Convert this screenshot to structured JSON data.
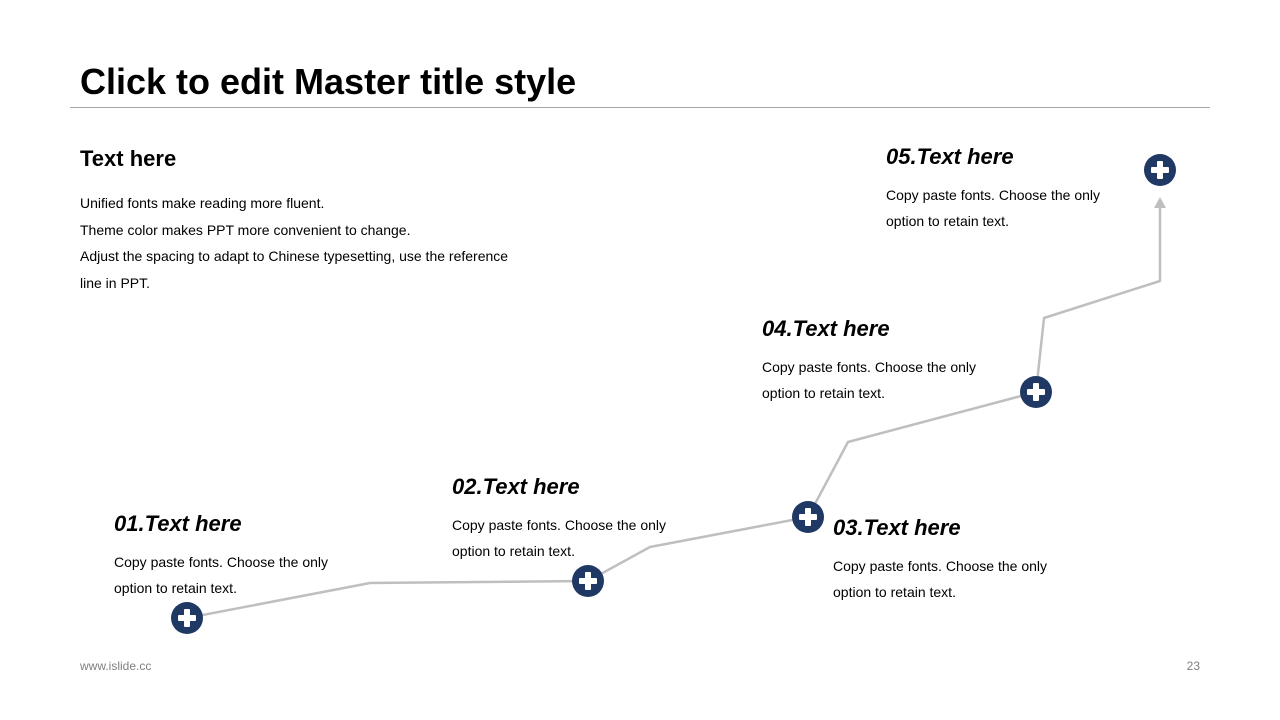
{
  "slide": {
    "title": "Click to edit Master title style",
    "footer_url": "www.islide.cc",
    "page_number": "23"
  },
  "intro": {
    "heading": "Text here",
    "lines": [
      "Unified fonts make reading more fluent.",
      "Theme color makes PPT more convenient to change.",
      "Adjust the spacing to adapt to Chinese typesetting, use the reference",
      "line in PPT."
    ]
  },
  "steps": [
    {
      "heading": "01.Text here",
      "body": "Copy paste fonts. Choose the only option to retain text.",
      "node_icon": "plus-circle-icon"
    },
    {
      "heading": "02.Text here",
      "body": "Copy paste fonts. Choose the only option to retain text.",
      "node_icon": "plus-circle-icon"
    },
    {
      "heading": "03.Text here",
      "body": "Copy paste fonts. Choose the only option to retain text.",
      "node_icon": "plus-circle-icon"
    },
    {
      "heading": "04.Text here",
      "body": "Copy paste fonts. Choose the only option to retain text.",
      "node_icon": "plus-circle-icon"
    },
    {
      "heading": "05.Text here",
      "body": "Copy paste fonts. Choose the only option to retain text.",
      "node_icon": "plus-circle-icon"
    }
  ],
  "colors": {
    "accent": "#1f3864",
    "path_line": "#bfbfbf",
    "rule": "#a6a6a6",
    "footer_text": "#7f7f7f"
  }
}
